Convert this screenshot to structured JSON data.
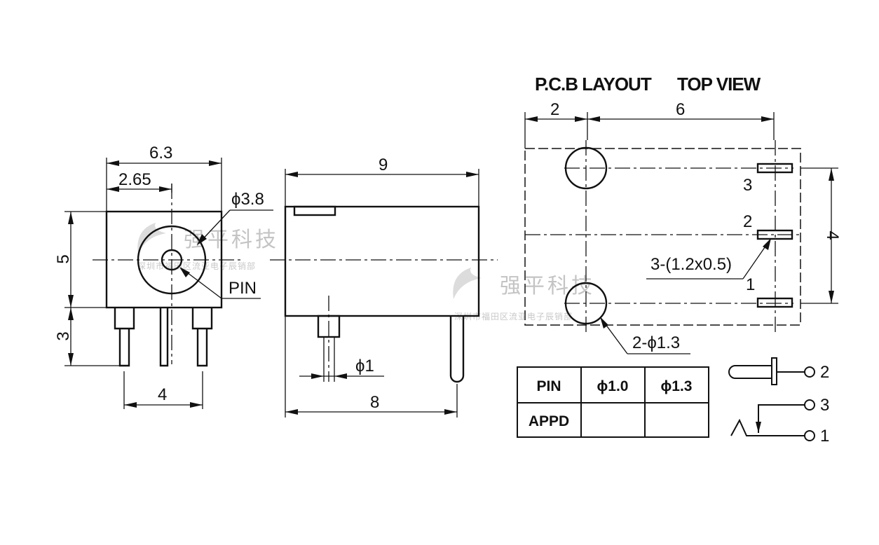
{
  "header": {
    "pcb_layout": "P.C.B LAYOUT",
    "top_view": "TOP VIEW"
  },
  "front_view": {
    "width": "6.3",
    "offset": "2.65",
    "hole_diameter": "ϕ3.8",
    "pin_label": "PIN",
    "height": "5",
    "pin_length": "3",
    "pin_span": "4"
  },
  "side_view": {
    "length": "9",
    "pin_diameter": "ϕ1",
    "pin_span": "8"
  },
  "pcb": {
    "dim_left": "2",
    "dim_right": "6",
    "dim_height": "4",
    "pad_3": "3",
    "pad_2": "2",
    "pad_1": "1",
    "pad_size": "3-(1.2x0.5)",
    "hole_size": "2-ϕ1.3"
  },
  "table": {
    "header": [
      "PIN",
      "ϕ1.0",
      "ϕ1.3"
    ],
    "row_label": "APPD",
    "row_cells": [
      "",
      ""
    ]
  },
  "schematic": {
    "terminals": [
      "2",
      "3",
      "1"
    ]
  },
  "watermark": {
    "brand": "强平科技",
    "subtitle": "深圳市福田区流亚电子辰销部"
  }
}
